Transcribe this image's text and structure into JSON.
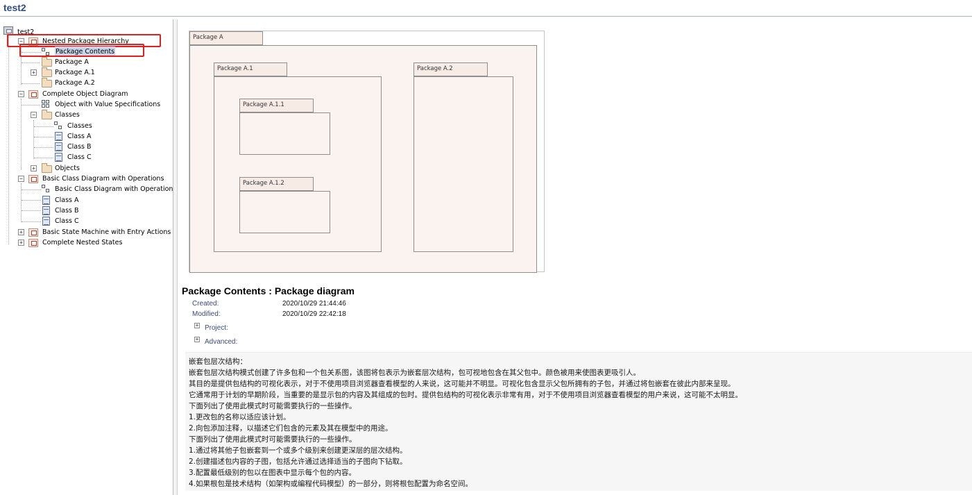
{
  "window": {
    "title": "test2"
  },
  "tree": {
    "root": "test2",
    "items": [
      {
        "label": "Nested Package Hierarchy"
      },
      {
        "label": "Package Contents"
      },
      {
        "label": "Package A"
      },
      {
        "label": "Package A.1"
      },
      {
        "label": "Package A.2"
      },
      {
        "label": "Complete Object Diagram"
      },
      {
        "label": "Object with Value Specifications"
      },
      {
        "label": "Classes"
      },
      {
        "label": "Classes"
      },
      {
        "label": "Class A"
      },
      {
        "label": "Class B"
      },
      {
        "label": "Class C"
      },
      {
        "label": "Objects"
      },
      {
        "label": "Basic Class Diagram with Operations"
      },
      {
        "label": "Basic Class Diagram with Operations"
      },
      {
        "label": "Class A"
      },
      {
        "label": "Class B"
      },
      {
        "label": "Class C"
      },
      {
        "label": "Basic State Machine with Entry Actions"
      },
      {
        "label": "Complete Nested States"
      }
    ]
  },
  "diagram": {
    "packages": [
      "Package A",
      "Package A.1",
      "Package A.1.1",
      "Package A.1.2",
      "Package A.2"
    ]
  },
  "details": {
    "title": "Package Contents : Package diagram",
    "created_label": "Created:",
    "created_value": "2020/10/29 21:44:46",
    "modified_label": "Modified:",
    "modified_value": "2020/10/29 22:42:18",
    "project_label": "Project:",
    "advanced_label": "Advanced:"
  },
  "notes": [
    "嵌套包层次结构：",
    "嵌套包层次结构模式创建了许多包和一个包关系图，该图将包表示为嵌套层次结构，包可视地包含在其父包中。颜色被用来使图表更吸引人。",
    "其目的是提供包结构的可视化表示，对于不使用项目浏览器查看模型的人来说，这可能并不明显。可视化包含显示父包所拥有的子包，并通过将包嵌套在彼此内部来呈现。",
    "它通常用于计划的早期阶段，当重要的是显示包的内容及其组成的包时。提供包结构的可视化表示非常有用，对于不使用项目浏览器查看模型的用户来说，这可能不太明显。",
    "下面列出了使用此模式时可能需要执行的一些操作。",
    "1.更改包的名称以适应该计划。",
    "2.向包添加注释，以描述它们包含的元素及其在模型中的用途。",
    "下面列出了使用此模式时可能需要执行的一些操作。",
    "1.通过将其他子包嵌套到一个或多个级别来创建更深层的层次结构。",
    "2.创建描述包内容的子图，包括允许通过选择适当的子图向下钻取。",
    "3.配置最低级别的包以在图表中显示每个包的内容。",
    "4.如果根包是技术结构（如架构或编程代码模型）的一部分，则将根包配置为命名空间。"
  ]
}
